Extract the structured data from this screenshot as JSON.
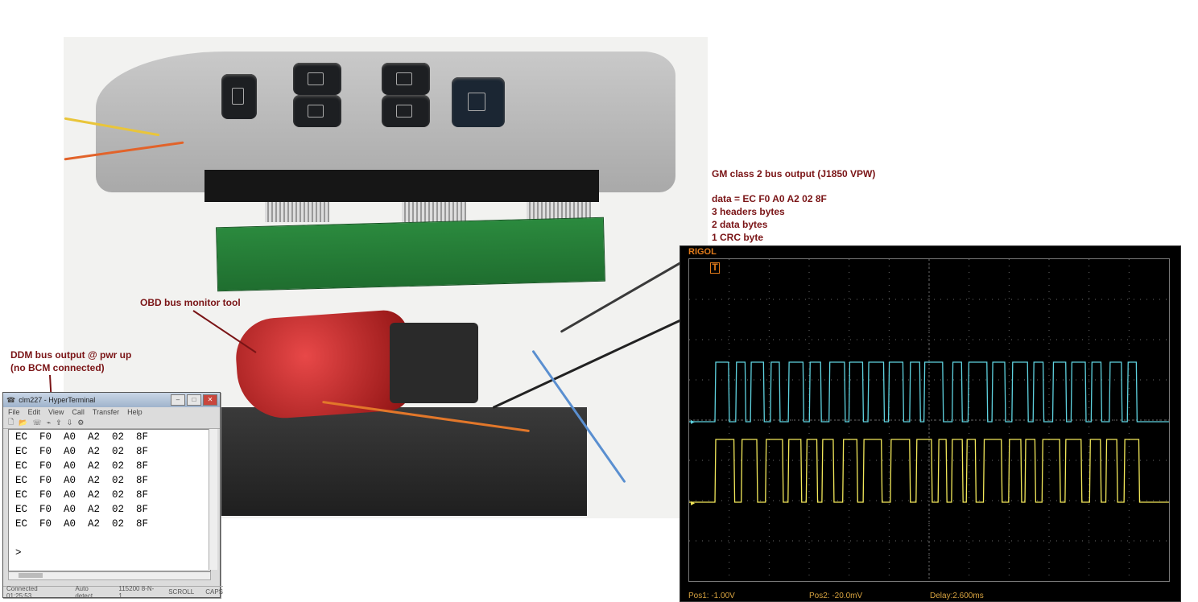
{
  "terminal": {
    "title": "clm227 - HyperTerminal",
    "menu": [
      "File",
      "Edit",
      "View",
      "Call",
      "Transfer",
      "Help"
    ],
    "lines": [
      "EC  F0  A0  A2  02  8F",
      "EC  F0  A0  A2  02  8F",
      "EC  F0  A0  A2  02  8F",
      "EC  F0  A0  A2  02  8F",
      "EC  F0  A0  A2  02  8F",
      "EC  F0  A0  A2  02  8F",
      "EC  F0  A0  A2  02  8F"
    ],
    "prompt": ">",
    "status": {
      "connected": "Connected 01:25:53",
      "detect": "Auto detect",
      "settings": "115200 8-N-1",
      "scroll": "SCROLL",
      "caps": "CAPS"
    }
  },
  "annotations": {
    "obd_tool": "OBD bus monitor tool",
    "ddm_line1": "DDM bus output @ pwr up",
    "ddm_line2": "(no BCM connected)",
    "gm_title": "GM class 2 bus output (J1850 VPW)",
    "data_line": "data = EC F0 A0 A2 02 8F",
    "headers": "3 headers bytes",
    "data_bytes": "2 data bytes",
    "crc": "1 CRC byte"
  },
  "scope": {
    "brand": "RIGOL",
    "readout_ch1": "Pos1: -1.00V",
    "readout_ch2": "Pos2: -20.0mV",
    "readout_delay": "Delay:2.600ms",
    "colors": {
      "ch1": "#5fd3e0",
      "ch2": "#f2e85a",
      "grid": "#6b6b6b",
      "accent": "#e07a1a"
    }
  },
  "colors": {
    "annotation": "#7a1416"
  }
}
